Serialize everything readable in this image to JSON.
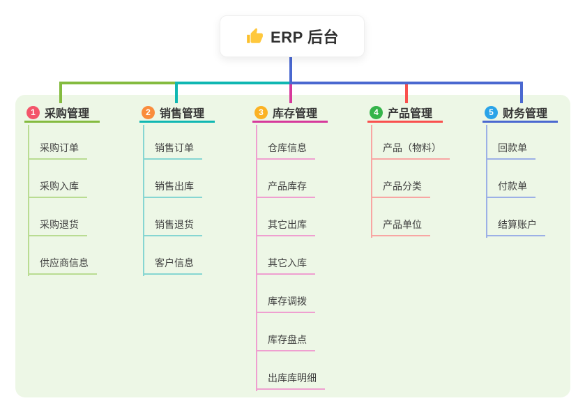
{
  "root": {
    "label": "ERP 后台",
    "icon": "thumbs-up-icon",
    "icon_color": "#fbc02d",
    "line_color": "#4a68d0"
  },
  "colors": {
    "panel_bg": "#edf7e6",
    "page_bg": "#ffffff",
    "header_text": "#373737",
    "child_text": "#3f3f3f"
  },
  "branches": [
    {
      "index": "1",
      "label": "采购管理",
      "badge_color": "#f3556a",
      "line_color": "#84bb3f",
      "child_line_color": "#b9dc92",
      "children": [
        "采购订单",
        "采购入库",
        "采购退货",
        "供应商信息"
      ]
    },
    {
      "index": "2",
      "label": "销售管理",
      "badge_color": "#fa8c3c",
      "line_color": "#10b7b2",
      "child_line_color": "#86d6d2",
      "children": [
        "销售订单",
        "销售出库",
        "销售退货",
        "客户信息"
      ]
    },
    {
      "index": "3",
      "label": "库存管理",
      "badge_color": "#fbb224",
      "line_color": "#d6399b",
      "child_line_color": "#ef9fd0",
      "children": [
        "仓库信息",
        "产品库存",
        "其它出库",
        "其它入库",
        "库存调拨",
        "库存盘点",
        "出库库明细"
      ]
    },
    {
      "index": "4",
      "label": "产品管理",
      "badge_color": "#35b44a",
      "line_color": "#f9504e",
      "child_line_color": "#f8a6a3",
      "children": [
        "产品（物料）",
        "产品分类",
        "产品单位"
      ]
    },
    {
      "index": "5",
      "label": "财务管理",
      "badge_color": "#2aa3e8",
      "line_color": "#4a68d0",
      "child_line_color": "#9cb0e6",
      "children": [
        "回款单",
        "付款单",
        "结算账户"
      ]
    }
  ]
}
